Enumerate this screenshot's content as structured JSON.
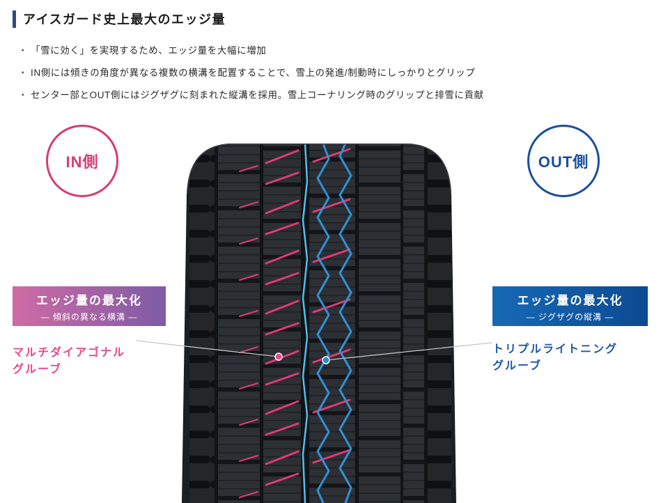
{
  "header": {
    "title": "アイスガード史上最大のエッジ量"
  },
  "ui": {
    "bullet_marker": "・"
  },
  "bullets": [
    "「雪に効く」を実現するため、エッジ量を大幅に増加",
    "IN側には傾きの角度が異なる複数の横溝を配置することで、雪上の発進/制動時にしっかりとグリップ",
    "センター部とOUT側にはジグザグに刻まれた縦溝を採用。雪上コーナリング時のグリップと排雪に貢献"
  ],
  "badges": {
    "in_label": "IN側",
    "out_label": "OUT側"
  },
  "callout_left": {
    "title": "エッジ量の最大化",
    "subtitle": "― 傾斜の異なる横溝 ―",
    "caption_line1": "マルチダイアゴナル",
    "caption_line2": "グルーブ"
  },
  "callout_right": {
    "title": "エッジ量の最大化",
    "subtitle": "― ジグザグの縦溝 ―",
    "caption_line1": "トリプルライトニング",
    "caption_line2": "グルーブ"
  },
  "colors": {
    "title-bar": "#2e4d7d",
    "in-pink": "#d63d71",
    "out-blue": "#1a4f9c",
    "box-left-from": "#cf6ba3",
    "box-left-to": "#7e5ba6",
    "box-right-from": "#1769b5",
    "box-right-to": "#0c4a92",
    "caption-pink": "#e9478b",
    "caption-blue": "#1c57a9",
    "groove-pink": "#e03a76",
    "groove-blue": "#2e93d5",
    "groove-cyan": "#4fc0ee",
    "callout-line": "#c4c4c4",
    "dot-blue": "#2f86cc"
  }
}
